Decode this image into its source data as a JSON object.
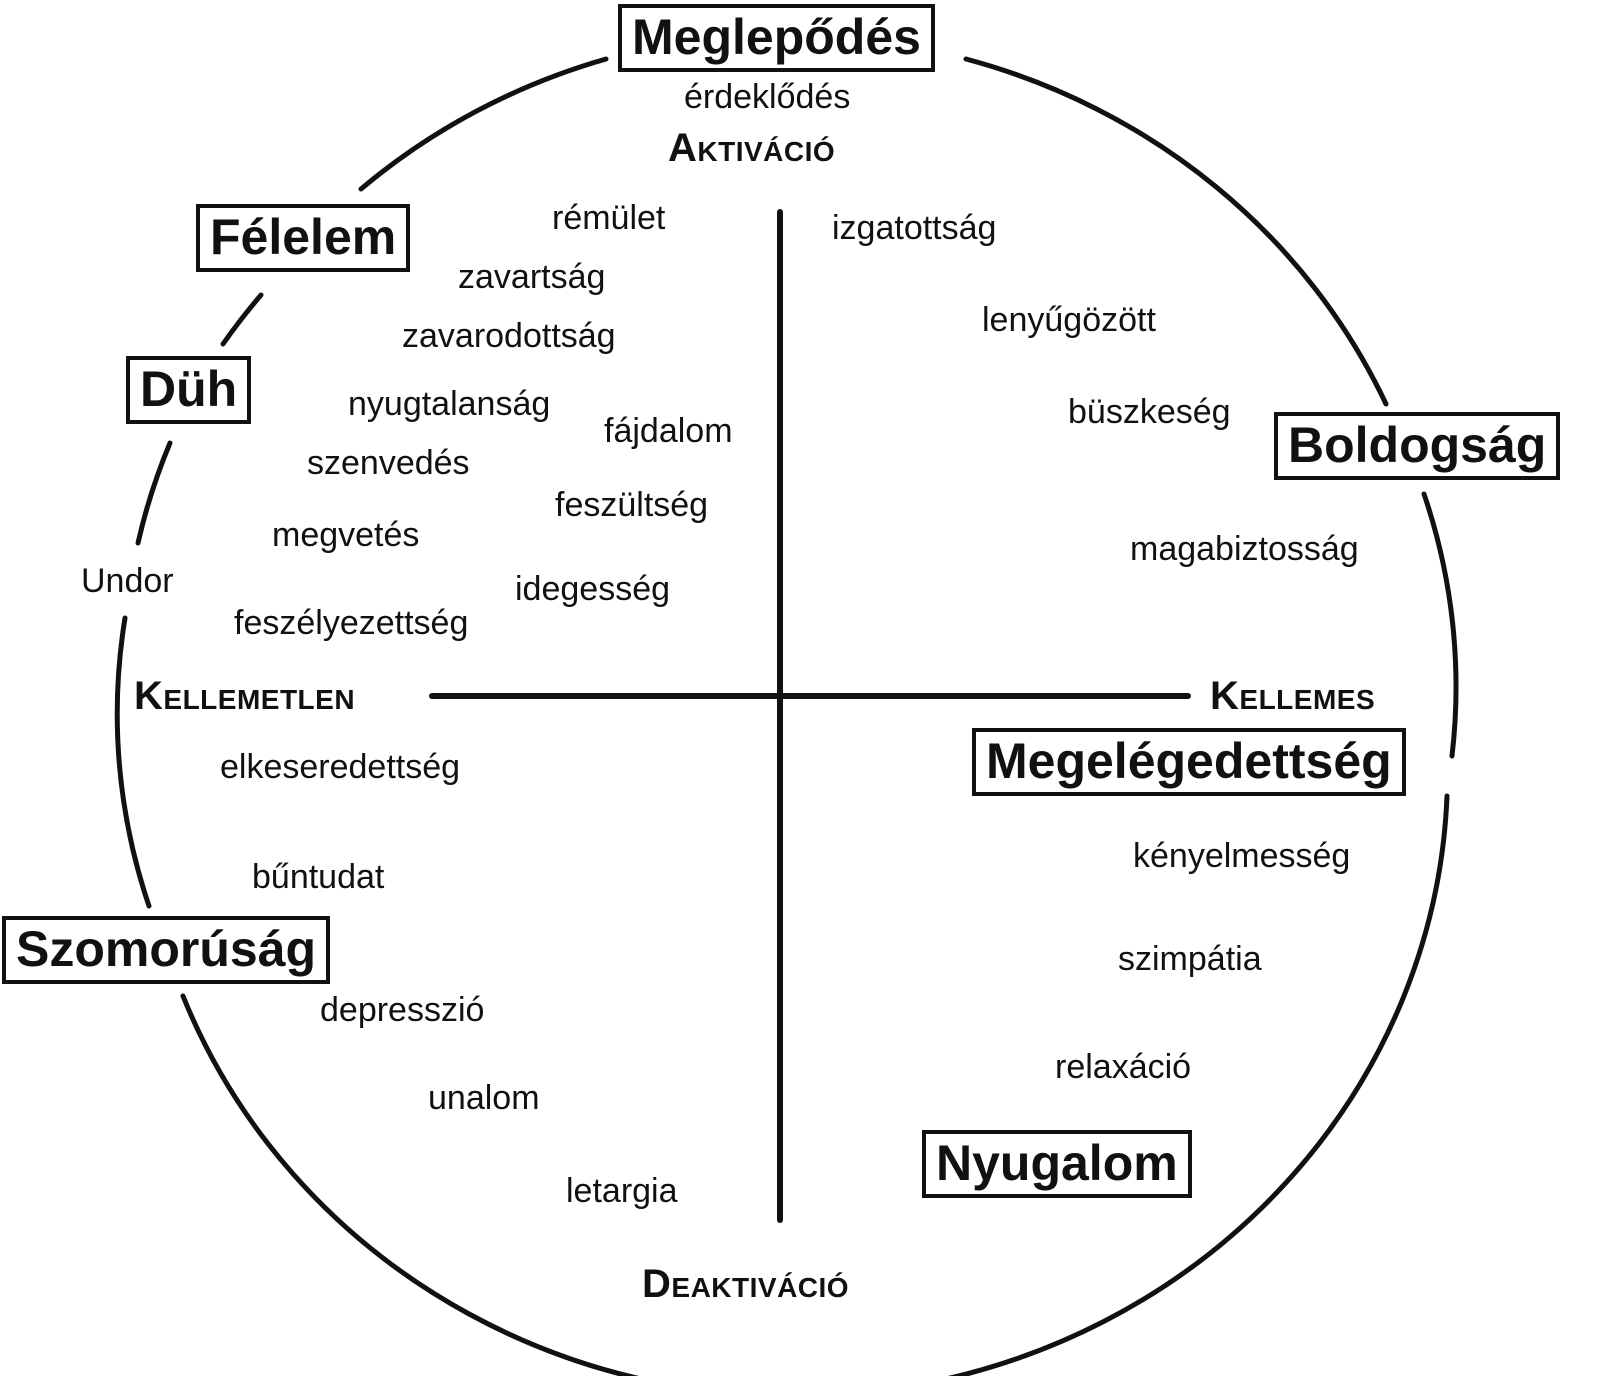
{
  "axes": {
    "top": "Aktiváció",
    "bottom": "Deaktiváció",
    "left": "Kellemetlen",
    "right": "Kellemes"
  },
  "core_emotions": {
    "surprise": "Meglepődés",
    "fear": "Félelem",
    "anger": "Düh",
    "happiness": "Boldogság",
    "contentment": "Megelégedettség",
    "sadness": "Szomorúság",
    "calm": "Nyugalom"
  },
  "affect_words": {
    "interest": "érdeklődés",
    "disgust": "Undor",
    "terror": "rémület",
    "embarrassment": "zavartság",
    "confusion": "zavarodottság",
    "restlessness": "nyugtalanság",
    "pain": "fájdalom",
    "suffering": "szenvedés",
    "tension": "feszültség",
    "contempt": "megvetés",
    "nervousness": "idegesség",
    "awkwardness": "feszélyezettség",
    "excitement": "izgatottság",
    "fascinated": "lenyűgözött",
    "pride": "büszkeség",
    "confidence": "magabiztosság",
    "bitterness": "elkeseredettség",
    "guilt": "bűntudat",
    "depression": "depresszió",
    "boredom": "unalom",
    "lethargy": "letargia",
    "comfort": "kényelmesség",
    "sympathy": "szimpátia",
    "relaxation": "relaxáció"
  }
}
